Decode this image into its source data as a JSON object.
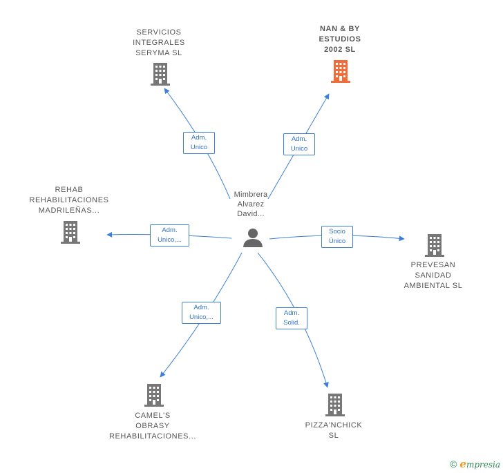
{
  "center": {
    "label": "Mimbrera\nAlvarez\nDavid...",
    "icon": "person-icon"
  },
  "companies": [
    {
      "id": "servicios",
      "label": "SERVICIOS\nINTEGRALES\nSERYMA SL",
      "icon": "building-icon",
      "color": "#777777",
      "highlight": false
    },
    {
      "id": "nan",
      "label": "NAN & BY\nESTUDIOS\n2002  SL",
      "icon": "building-icon",
      "color": "#f26c3a",
      "highlight": true
    },
    {
      "id": "rehab",
      "label": "REHAB\nREHABILITACIONES\nMADRILEÑAS...",
      "icon": "building-icon",
      "color": "#777777",
      "highlight": false
    },
    {
      "id": "prevesan",
      "label": "PREVESAN\nSANIDAD\nAMBIENTAL  SL",
      "icon": "building-icon",
      "color": "#777777",
      "highlight": false
    },
    {
      "id": "camel",
      "label": "CAMEL'S\nOBRASY\nREHABILITACIONES...",
      "icon": "building-icon",
      "color": "#777777",
      "highlight": false
    },
    {
      "id": "pizza",
      "label": "PIZZA'NCHICK\nSL",
      "icon": "building-icon",
      "color": "#777777",
      "highlight": false
    }
  ],
  "relations": [
    {
      "to": "servicios",
      "label": "Adm.\nUnico"
    },
    {
      "to": "nan",
      "label": "Adm.\nUnico"
    },
    {
      "to": "rehab",
      "label": "Adm.\nUnico,..."
    },
    {
      "to": "prevesan",
      "label": "Socio\nÚnico"
    },
    {
      "to": "camel",
      "label": "Adm.\nUnico,..."
    },
    {
      "to": "pizza",
      "label": "Adm.\nSolid."
    }
  ],
  "footer": {
    "copyright": "©",
    "brand_initial": "e",
    "brand_rest": "mpresia"
  },
  "colors": {
    "edge": "#3d7fd6",
    "building": "#777777",
    "building_highlight": "#f26c3a",
    "person": "#666666"
  }
}
